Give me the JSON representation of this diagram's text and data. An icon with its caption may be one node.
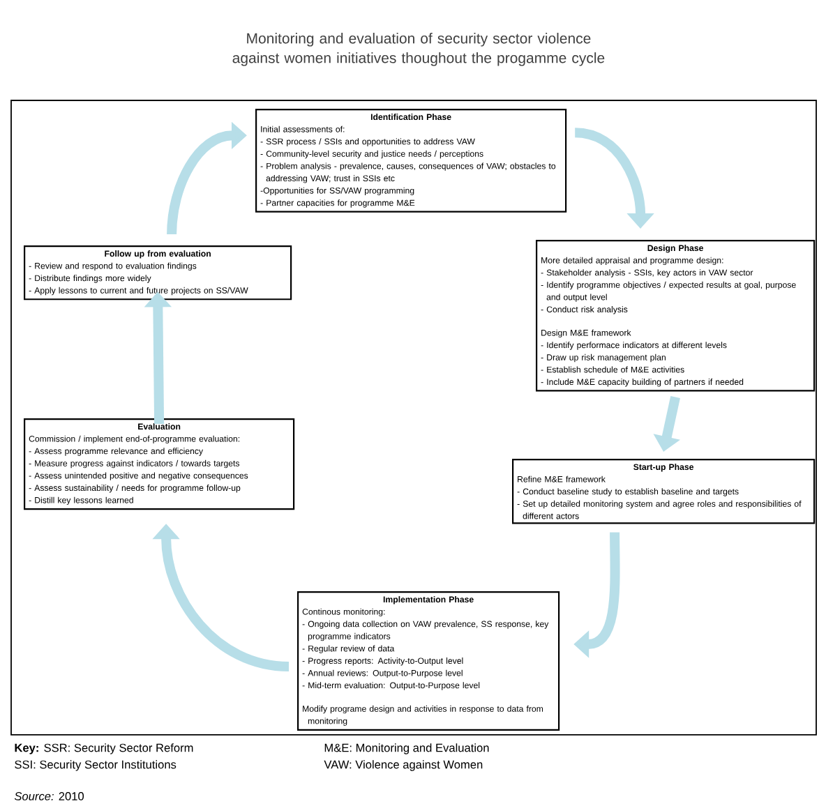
{
  "diagram": {
    "title": "Monitoring and evaluation of security sector violence against women initiatives thoughout the progamme cycle",
    "nodes": [
      {
        "text": [
          "Identification Phase",
          "Initial assessments of:",
          "- SSR process / SSIs and opportunities to address VAW",
          "- Community-level security and justice needs / perceptions",
          "- Problem analysis - prevalence, causes, consequences of VAW; obstacles to addressing VAW; trust in SSIs etc",
          "-Opportunities for SS/VAW programming",
          "- Partner capacities for programme M&E"
        ]
      },
      {
        "text": [
          "Design Phase",
          "More detailed appraisal and programme design:",
          "- Stakeholder analysis - SSIs, key actors in VAW sector",
          "- Identify programme objectives / expected results at goal, purpose and output level",
          "- Conduct risk analysis",
          "Design M&E framework",
          "- Identify performace indicators at different levels",
          "- Draw up risk management plan",
          "- Establish schedule of M&E activities",
          "- Include M&E capacity building of partners if needed"
        ]
      },
      {
        "text": [
          "Start-up Phase",
          "Refine M&E framework",
          "- Conduct baseline study to establish baseline and targets",
          "- Set up detailed monitoring system and agree roles and responsibilities of different actors"
        ]
      },
      {
        "text": [
          "Implementation Phase",
          "Continous monitoring:",
          "- Ongoing data collection on VAW prevalence, SS response, key programme indicators",
          "- Regular review of data",
          "- Progress reports: Activity-to-Output level",
          "- Annual reviews: Output-to-Purpose level",
          "- Mid-term evaluation: Output-to-Purpose level",
          "Modify programe design and activities in response to data from monitoring"
        ]
      },
      {
        "text": [
          "Evaluation",
          "Commission / implement end-of-programme evaluation:",
          "- Assess programme relevance and efficiency",
          "- Measure progress against indicators / towards targets",
          "- Assess unintended positive and negative consequences",
          "- Assess sustainability / needs for programme follow-up",
          "- Distill key lessons learned"
        ]
      },
      {
        "text": [
          "Follow up from evaluation",
          "- Review and respond to evaluation findings",
          "- Distribute findings more widely",
          "- Apply lessons to current and future projects on SS/VAW"
        ]
      }
    ],
    "edges": [
      {
        "from": 0,
        "to": 1,
        "arrow": "to"
      },
      {
        "from": 1,
        "to": 2,
        "arrow": "to"
      },
      {
        "from": 2,
        "to": 3,
        "arrow": "to"
      },
      {
        "from": 3,
        "to": 4,
        "arrow": "to"
      },
      {
        "from": 4,
        "to": 5,
        "arrow": "to"
      },
      {
        "from": 5,
        "to": 0,
        "arrow": "to"
      }
    ],
    "labels": [
      "**Key:** SSR: Security Sector Reform",
      "M&E: Monitoring and Evaluation",
      "SSI: Security Sector Institutions",
      "VAW: Violence against Women",
      "*Source:* 2010"
    ]
  }
}
